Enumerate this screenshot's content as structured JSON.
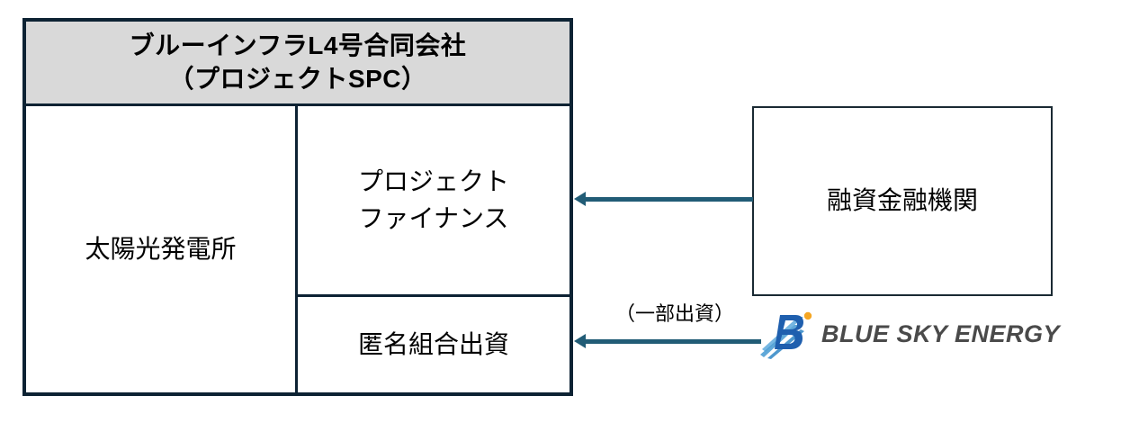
{
  "diagram": {
    "title_hidden": "",
    "spc": {
      "header": {
        "line1": "ブルーインフラL4号合同会社",
        "line2": "（プロジェクトSPC）"
      },
      "asset_cell": "太陽光発電所",
      "finance_cell": {
        "line1": "プロジェクト",
        "line2": "ファイナンス"
      },
      "equity_cell": "匿名組合出資"
    },
    "lender": {
      "label": "融資金融機関"
    },
    "equity_arrow_label": "（一部出資）",
    "sponsor": {
      "wordmark": "BLUE SKY ENERGY",
      "mark_letter": "B"
    },
    "colors": {
      "table_border": "#0d2233",
      "header_fill": "#d9d9d9",
      "lender_border": "#1a2a33",
      "arrow": "#215c76",
      "logo_blue_dark": "#1f5fae",
      "logo_blue_light": "#5fa8dc",
      "logo_dot": "#f5a623",
      "wordmark_gray": "#4a4a4a"
    }
  }
}
